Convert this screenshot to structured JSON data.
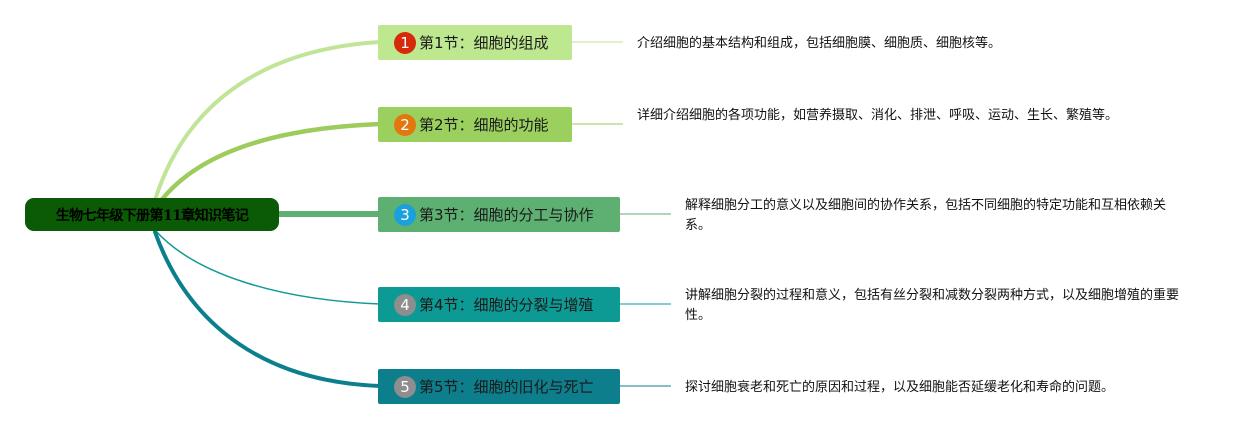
{
  "root": {
    "title": "生物七年级下册第11章知识笔记"
  },
  "sections": [
    {
      "num": "1",
      "title": "第1节：细胞的组成",
      "desc": "介绍细胞的基本结构和组成，包括细胞膜、细胞质、细胞核等。",
      "box_color": "#bde88f",
      "num_color": "#d62a0a",
      "line_color": "#c0e598"
    },
    {
      "num": "2",
      "title": "第2节：细胞的功能",
      "desc": "详细介绍细胞的各项功能，如营养摄取、消化、排泄、呼吸、运动、生长、繁殖等。",
      "box_color": "#9bd05f",
      "num_color": "#e2770f",
      "line_color": "#9dcc5c"
    },
    {
      "num": "3",
      "title": "第3节：细胞的分工与协作",
      "desc": "解释细胞分工的意义以及细胞间的协作关系，包括不同细胞的特定功能和互相依赖关系。",
      "box_color": "#5daf72",
      "num_color": "#1aa1dc",
      "line_color": "#5fae74"
    },
    {
      "num": "4",
      "title": "第4节：细胞的分裂与增殖",
      "desc": "讲解细胞分裂的过程和意义，包括有丝分裂和减数分裂两种方式，以及细胞增殖的重要性。",
      "box_color": "#0e9a94",
      "num_color": "#8e8e8e",
      "line_color": "#129a93"
    },
    {
      "num": "5",
      "title": "第5节：细胞的旧化与死亡",
      "desc": "探讨细胞衰老和死亡的原因和过程，以及细胞能否延缓老化和寿命的问题。",
      "box_color": "#0d7f8c",
      "num_color": "#8e8e8e",
      "line_color": "#0c7f8c"
    }
  ]
}
